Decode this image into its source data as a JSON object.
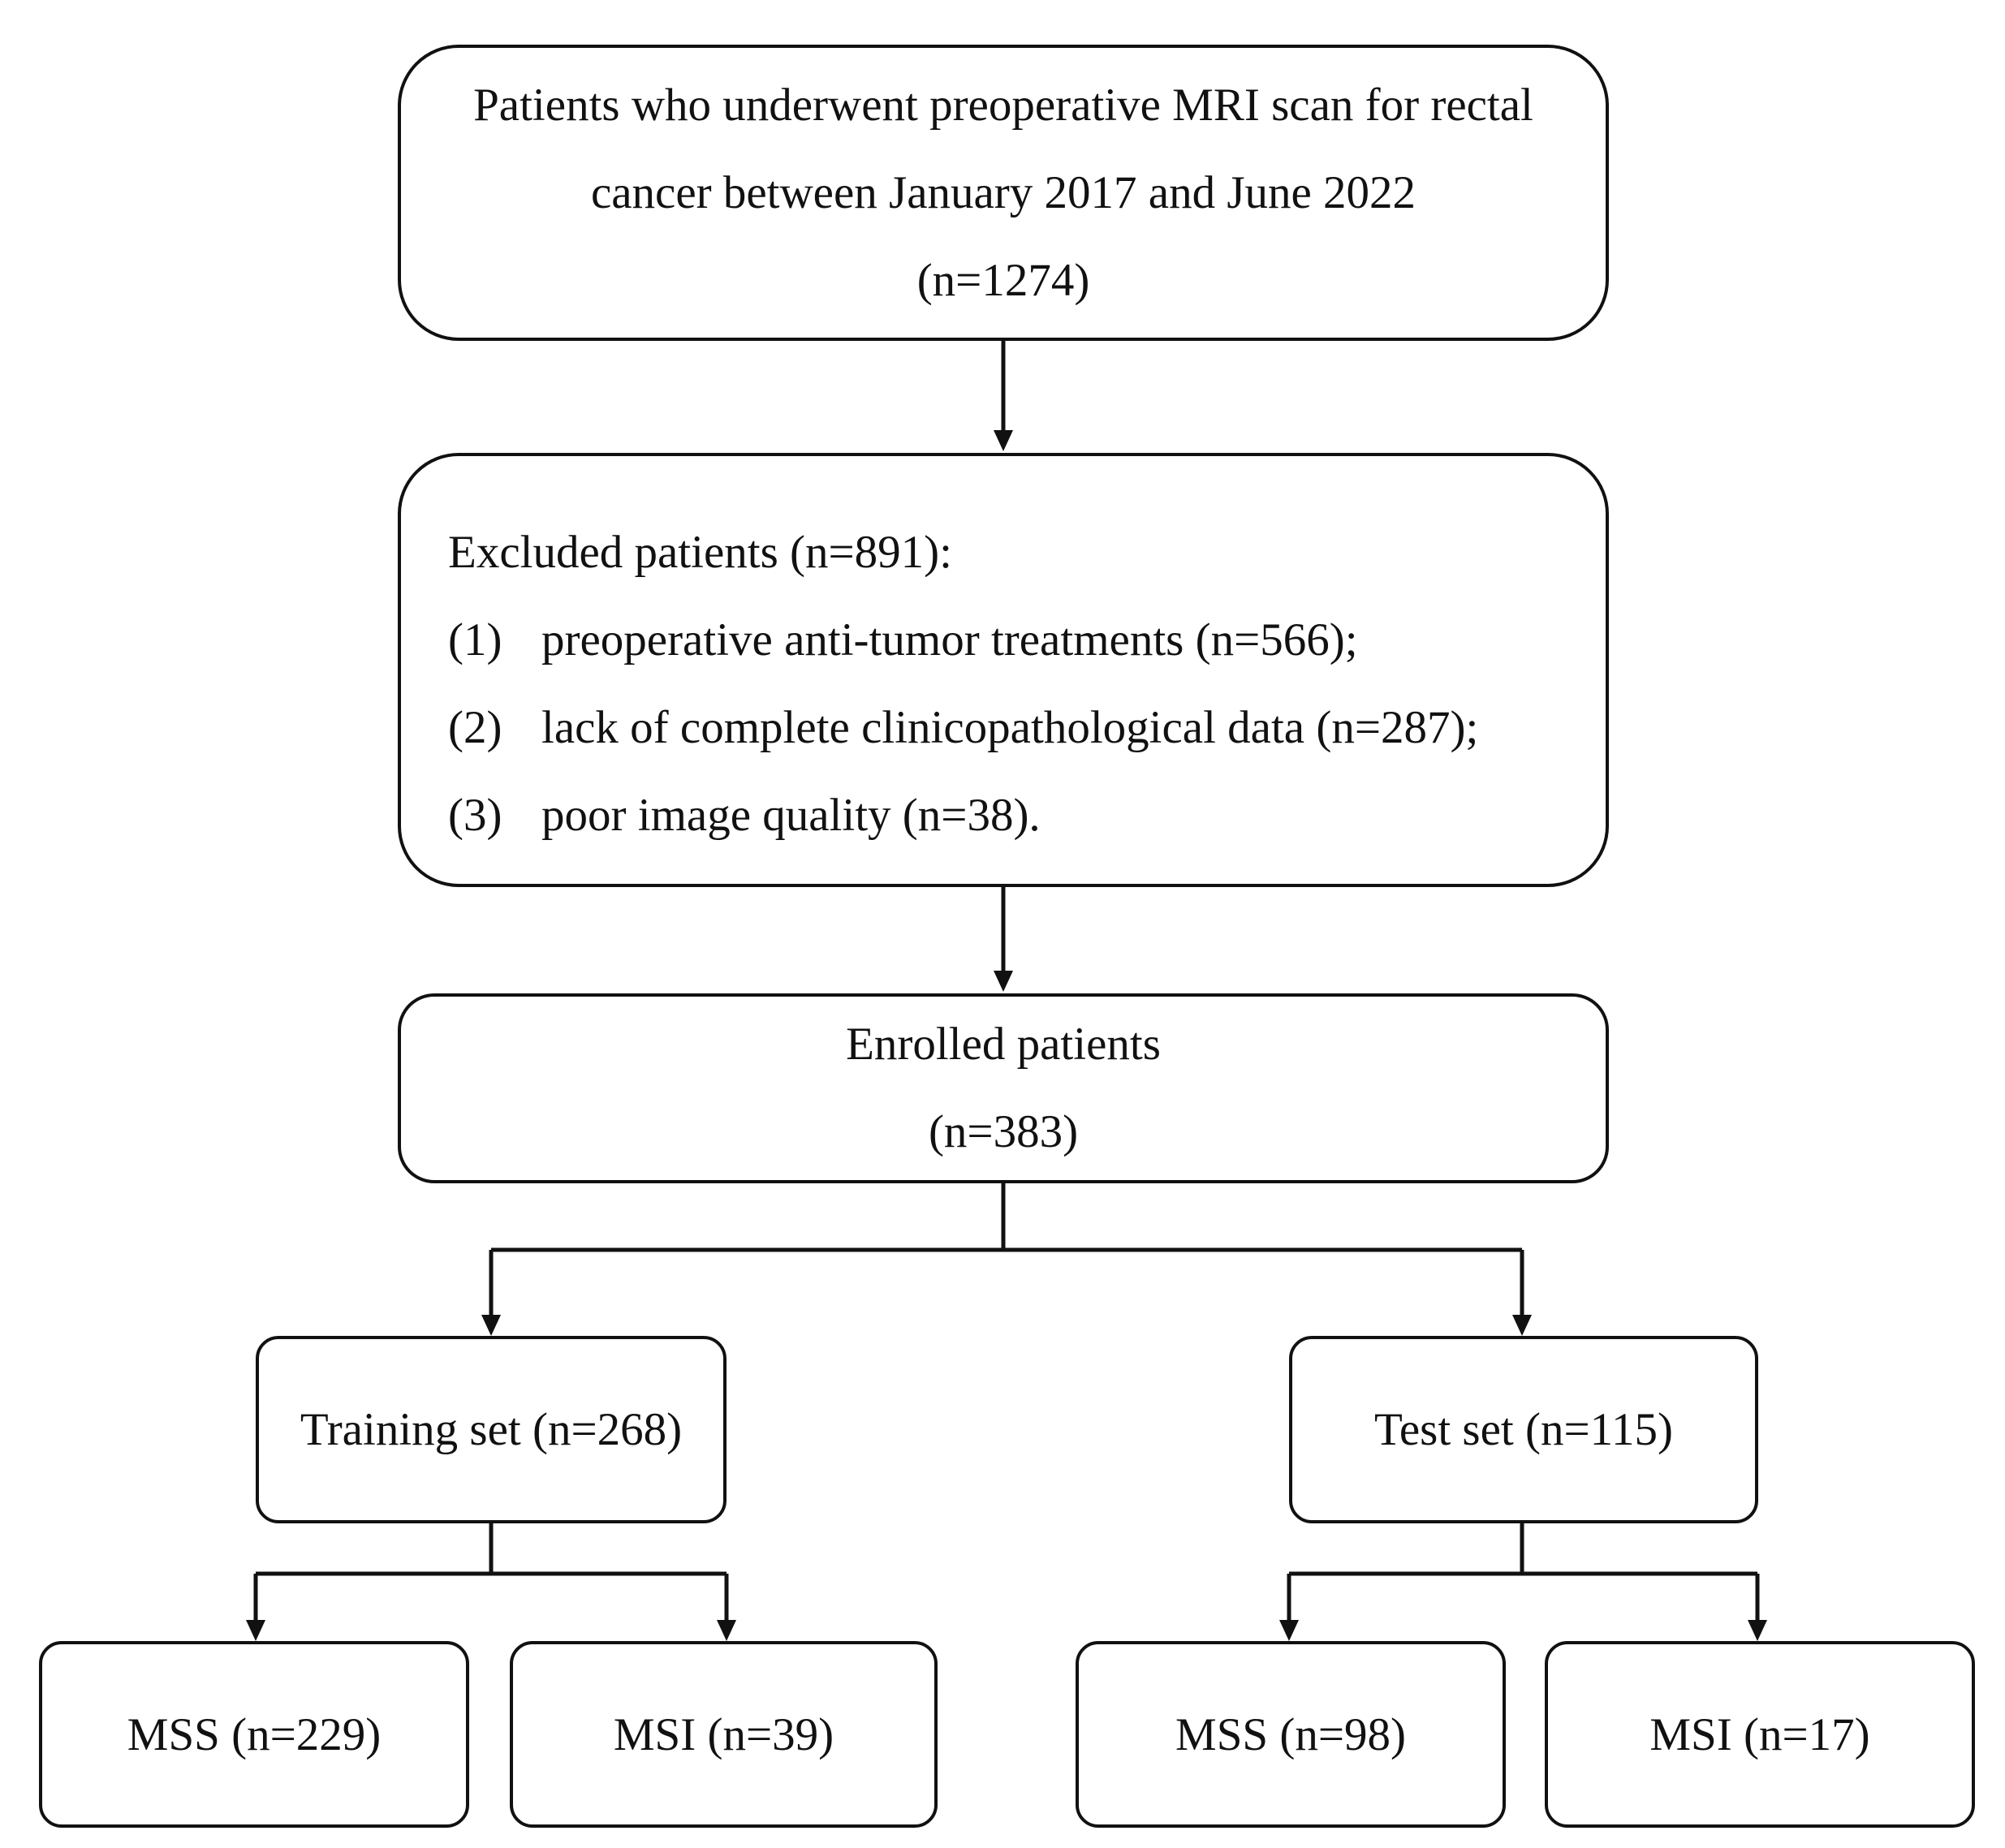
{
  "nodes": {
    "source": {
      "lines": [
        "Patients who underwent preoperative MRI scan for rectal",
        "cancer between January 2017 and June 2022",
        "(n=1274)"
      ]
    },
    "excluded": {
      "heading": "Excluded patients (n=891):",
      "items": [
        {
          "num": "(1)",
          "text": "preoperative anti-tumor treatments (n=566);"
        },
        {
          "num": "(2)",
          "text": "lack of complete clinicopathological data (n=287);"
        },
        {
          "num": "(3)",
          "text": "poor image quality (n=38)."
        }
      ]
    },
    "enrolled": {
      "lines": [
        "Enrolled patients",
        "(n=383)"
      ]
    },
    "training": {
      "label": "Training set (n=268)"
    },
    "test": {
      "label": "Test set (n=115)"
    },
    "training_mss": {
      "label": "MSS (n=229)"
    },
    "training_msi": {
      "label": "MSI (n=39)"
    },
    "test_mss": {
      "label": "MSS (n=98)"
    },
    "test_msi": {
      "label": "MSI (n=17)"
    }
  },
  "edges": [
    {
      "from": "source",
      "to": "excluded"
    },
    {
      "from": "excluded",
      "to": "enrolled"
    },
    {
      "from": "enrolled",
      "to": "training"
    },
    {
      "from": "enrolled",
      "to": "test"
    },
    {
      "from": "training",
      "to": "training_mss"
    },
    {
      "from": "training",
      "to": "training_msi"
    },
    {
      "from": "test",
      "to": "test_mss"
    },
    {
      "from": "test",
      "to": "test_msi"
    }
  ]
}
